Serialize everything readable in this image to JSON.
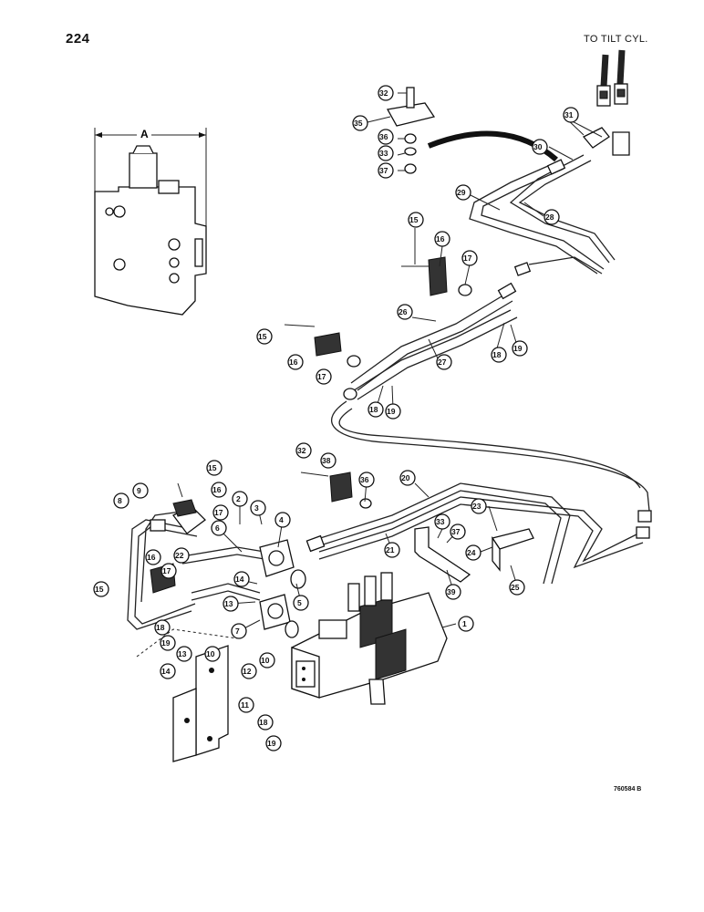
{
  "header": {
    "page_number": "224",
    "destination_note": "TO TILT CYL."
  },
  "inset": {
    "dimension_label": "A"
  },
  "footer": {
    "figure_code": "760584 B"
  },
  "callouts": [
    "1",
    "2",
    "3",
    "4",
    "5",
    "6",
    "7",
    "8",
    "9",
    "10",
    "11",
    "12",
    "13",
    "14",
    "15",
    "16",
    "17",
    "18",
    "19",
    "20",
    "21",
    "22",
    "23",
    "24",
    "25",
    "26",
    "27",
    "28",
    "29",
    "30",
    "31",
    "32",
    "33",
    "35",
    "36",
    "37",
    "38",
    "39"
  ]
}
